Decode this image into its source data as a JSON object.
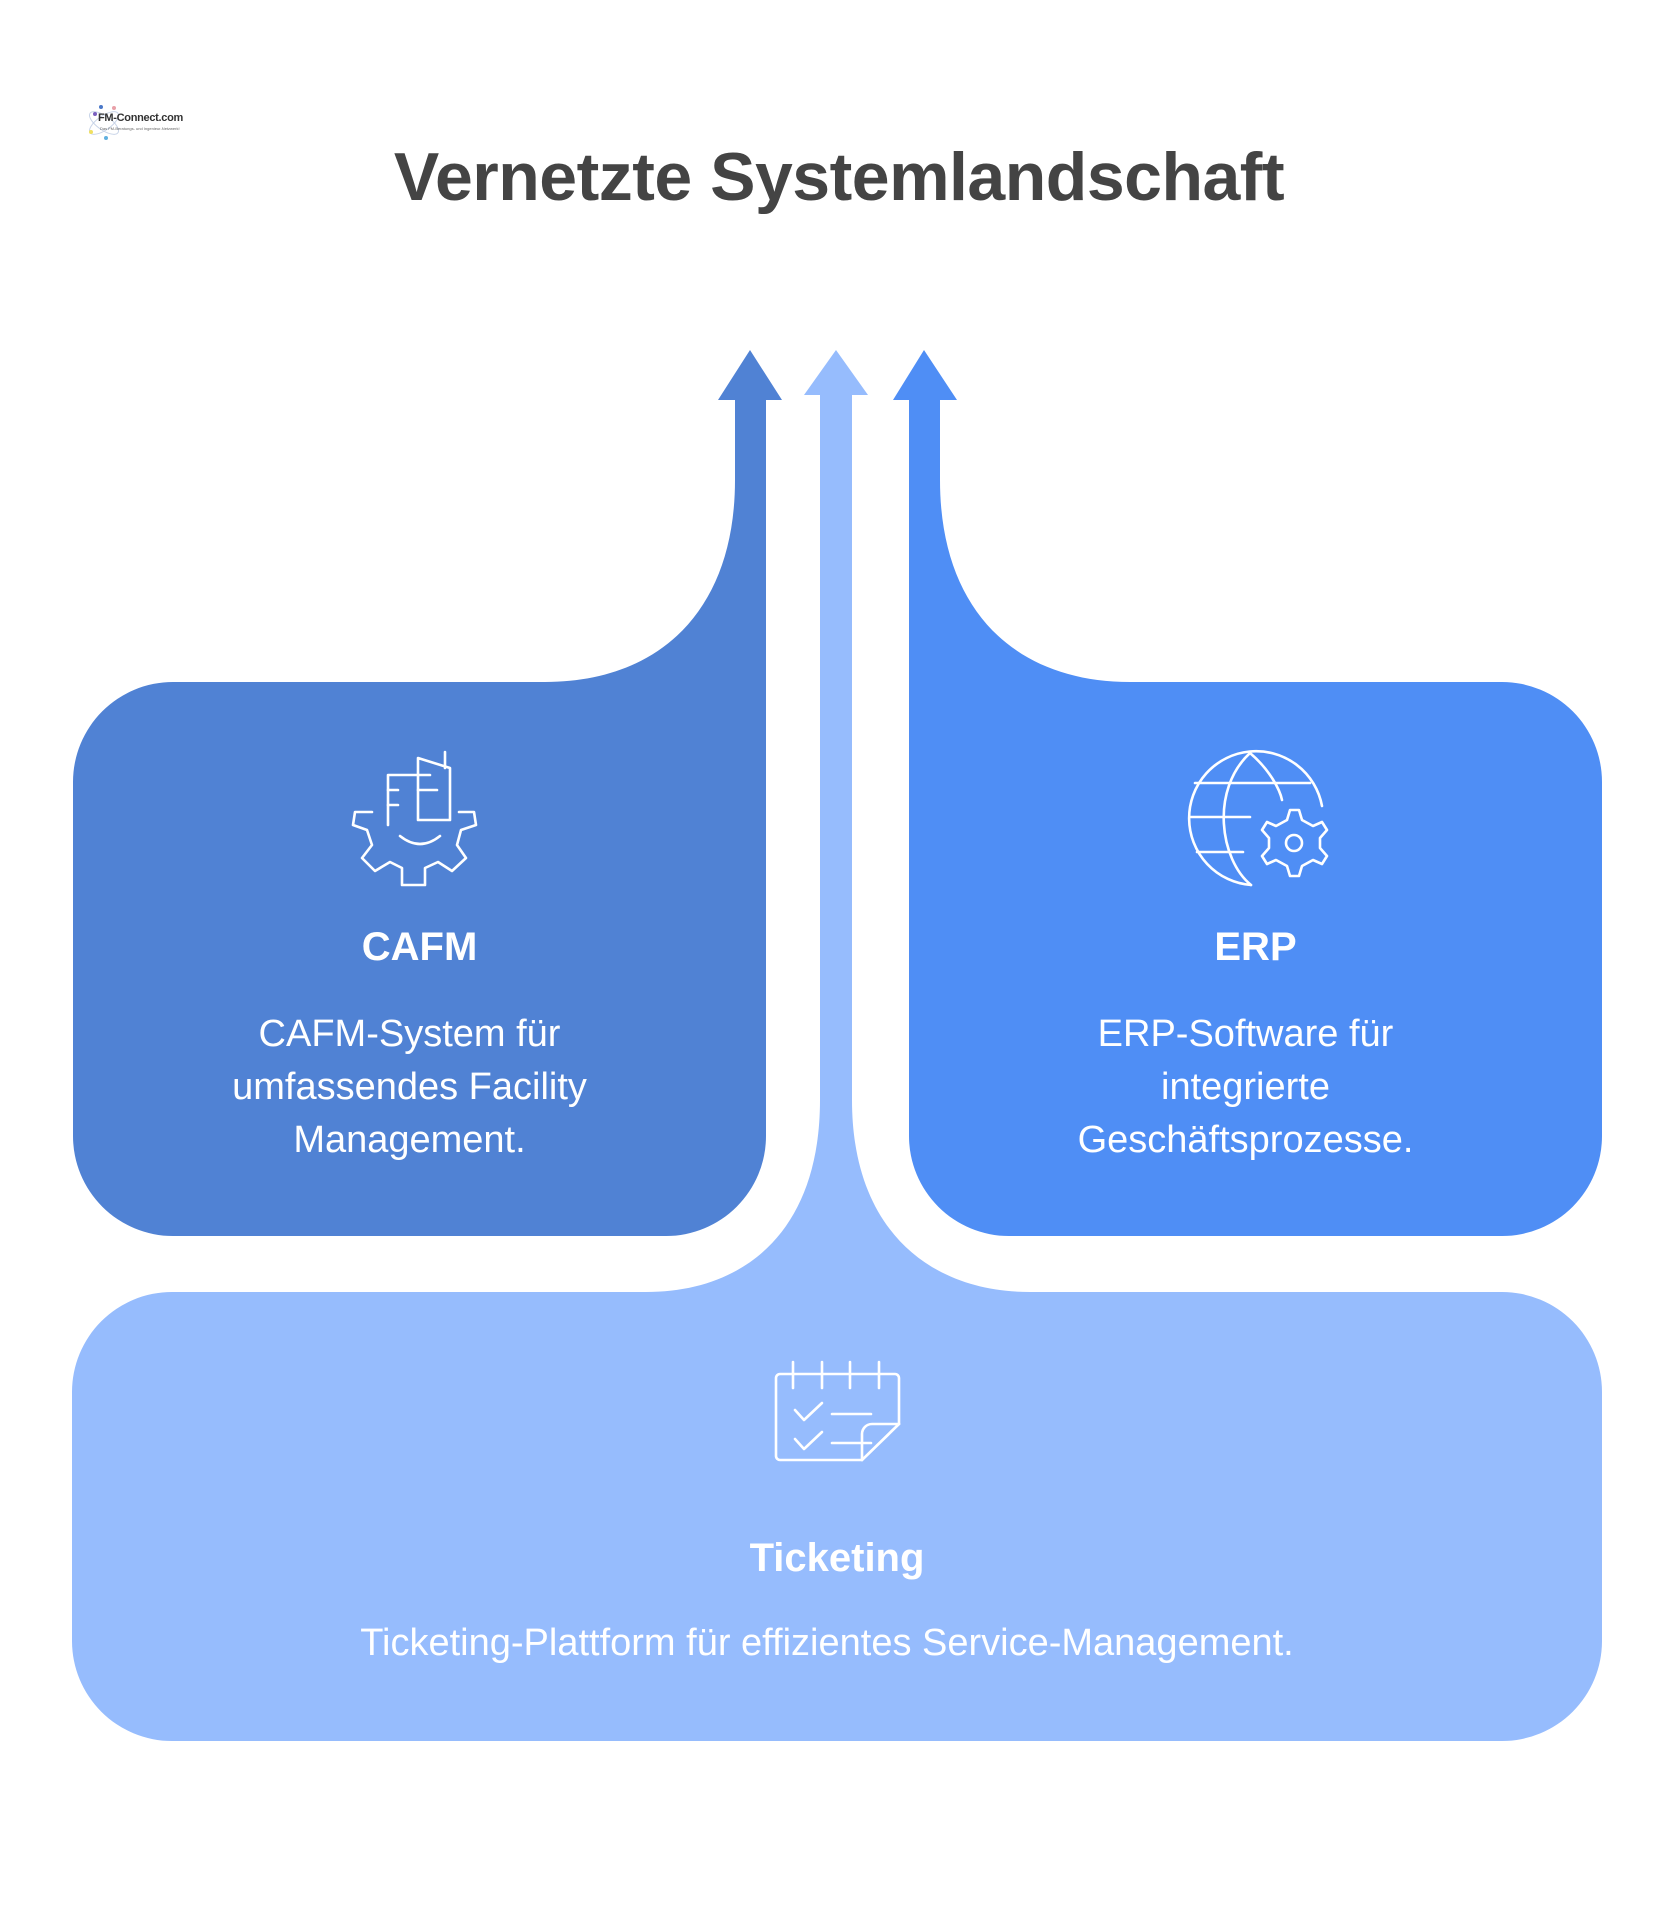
{
  "logo": {
    "name": "FM-Connect.com",
    "tagline": "Das FM-Beratungs- und Ingenieur-Netzwerk!",
    "icon": "atom-logo-icon"
  },
  "title": "Vernetzte Systemlandschaft",
  "colors": {
    "cafm": "#5082D4",
    "erp": "#4F8EF5",
    "ticketing": "#96BCFD",
    "title": "#444444",
    "text": "#FFFFFF"
  },
  "cards": {
    "cafm": {
      "title": "CAFM",
      "description_lines": [
        "CAFM-System für",
        "umfassendes Facility",
        "Management."
      ],
      "icon": "building-gear-icon"
    },
    "erp": {
      "title": "ERP",
      "description_lines": [
        "ERP-Software für",
        "integrierte",
        "Geschäftsprozesse."
      ],
      "icon": "globe-gear-icon"
    },
    "ticketing": {
      "title": "Ticketing",
      "description_lines": [
        "Ticketing-Plattform für effizientes Service-Management."
      ],
      "icon": "checklist-notepad-icon"
    }
  },
  "arrows": [
    {
      "name": "cafm-arrow",
      "direction": "up",
      "color_key": "cafm"
    },
    {
      "name": "ticketing-arrow",
      "direction": "up",
      "color_key": "ticketing"
    },
    {
      "name": "erp-arrow",
      "direction": "up",
      "color_key": "erp"
    }
  ]
}
